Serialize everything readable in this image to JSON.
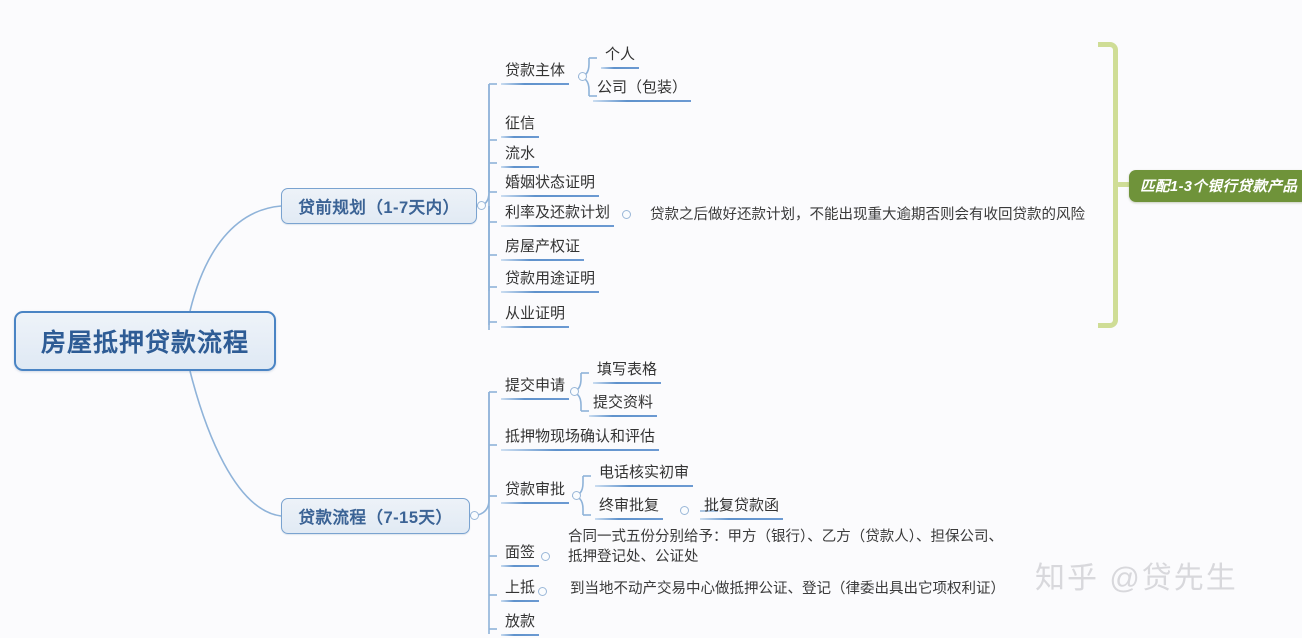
{
  "root": {
    "label": "房屋抵押贷款流程"
  },
  "branches": [
    {
      "id": "branch-1",
      "label": "贷前规划（1-7天内）",
      "items": [
        {
          "label": "贷款主体",
          "children": [
            {
              "label": "个人"
            },
            {
              "label": "公司（包装）"
            }
          ]
        },
        {
          "label": "征信"
        },
        {
          "label": "流水"
        },
        {
          "label": "婚姻状态证明"
        },
        {
          "label": "利率及还款计划",
          "note": "贷款之后做好还款计划，不能出现重大逾期否则会有收回贷款的风险"
        },
        {
          "label": "房屋产权证"
        },
        {
          "label": "贷款用途证明"
        },
        {
          "label": "从业证明"
        }
      ]
    },
    {
      "id": "branch-2",
      "label": "贷款流程（7-15天）",
      "items": [
        {
          "label": "提交申请",
          "children": [
            {
              "label": "填写表格"
            },
            {
              "label": "提交资料"
            }
          ]
        },
        {
          "label": "抵押物现场确认和评估"
        },
        {
          "label": "贷款审批",
          "children": [
            {
              "label": "电话核实初审"
            },
            {
              "label": "终审批复",
              "children": [
                {
                  "label": "批复贷款函"
                }
              ]
            }
          ]
        },
        {
          "label": "面签",
          "note": "合同一式五份分别给予：甲方（银行）、乙方（贷款人）、担保公司、\n抵押登记处、公证处"
        },
        {
          "label": "上抵",
          "note": "到当地不动产交易中心做抵押公证、登记（律委出具出它项权利证）"
        },
        {
          "label": "放款"
        }
      ]
    }
  ],
  "summary": {
    "badge_label": "匹配1-3个银行贷款产品"
  },
  "watermark": {
    "text": "知乎 @贷先生"
  },
  "colors": {
    "root_border": "#4a84c4",
    "root_text": "#2e5c95",
    "branch_border": "#7aa3d0",
    "branch_text": "#3b6395",
    "leaf_underline": "#6c9ad2",
    "connector": "#8fb3d9",
    "summary_bracket": "#cfdd96",
    "summary_badge_bg": "#6f933a",
    "background": "#fbfbfd"
  }
}
